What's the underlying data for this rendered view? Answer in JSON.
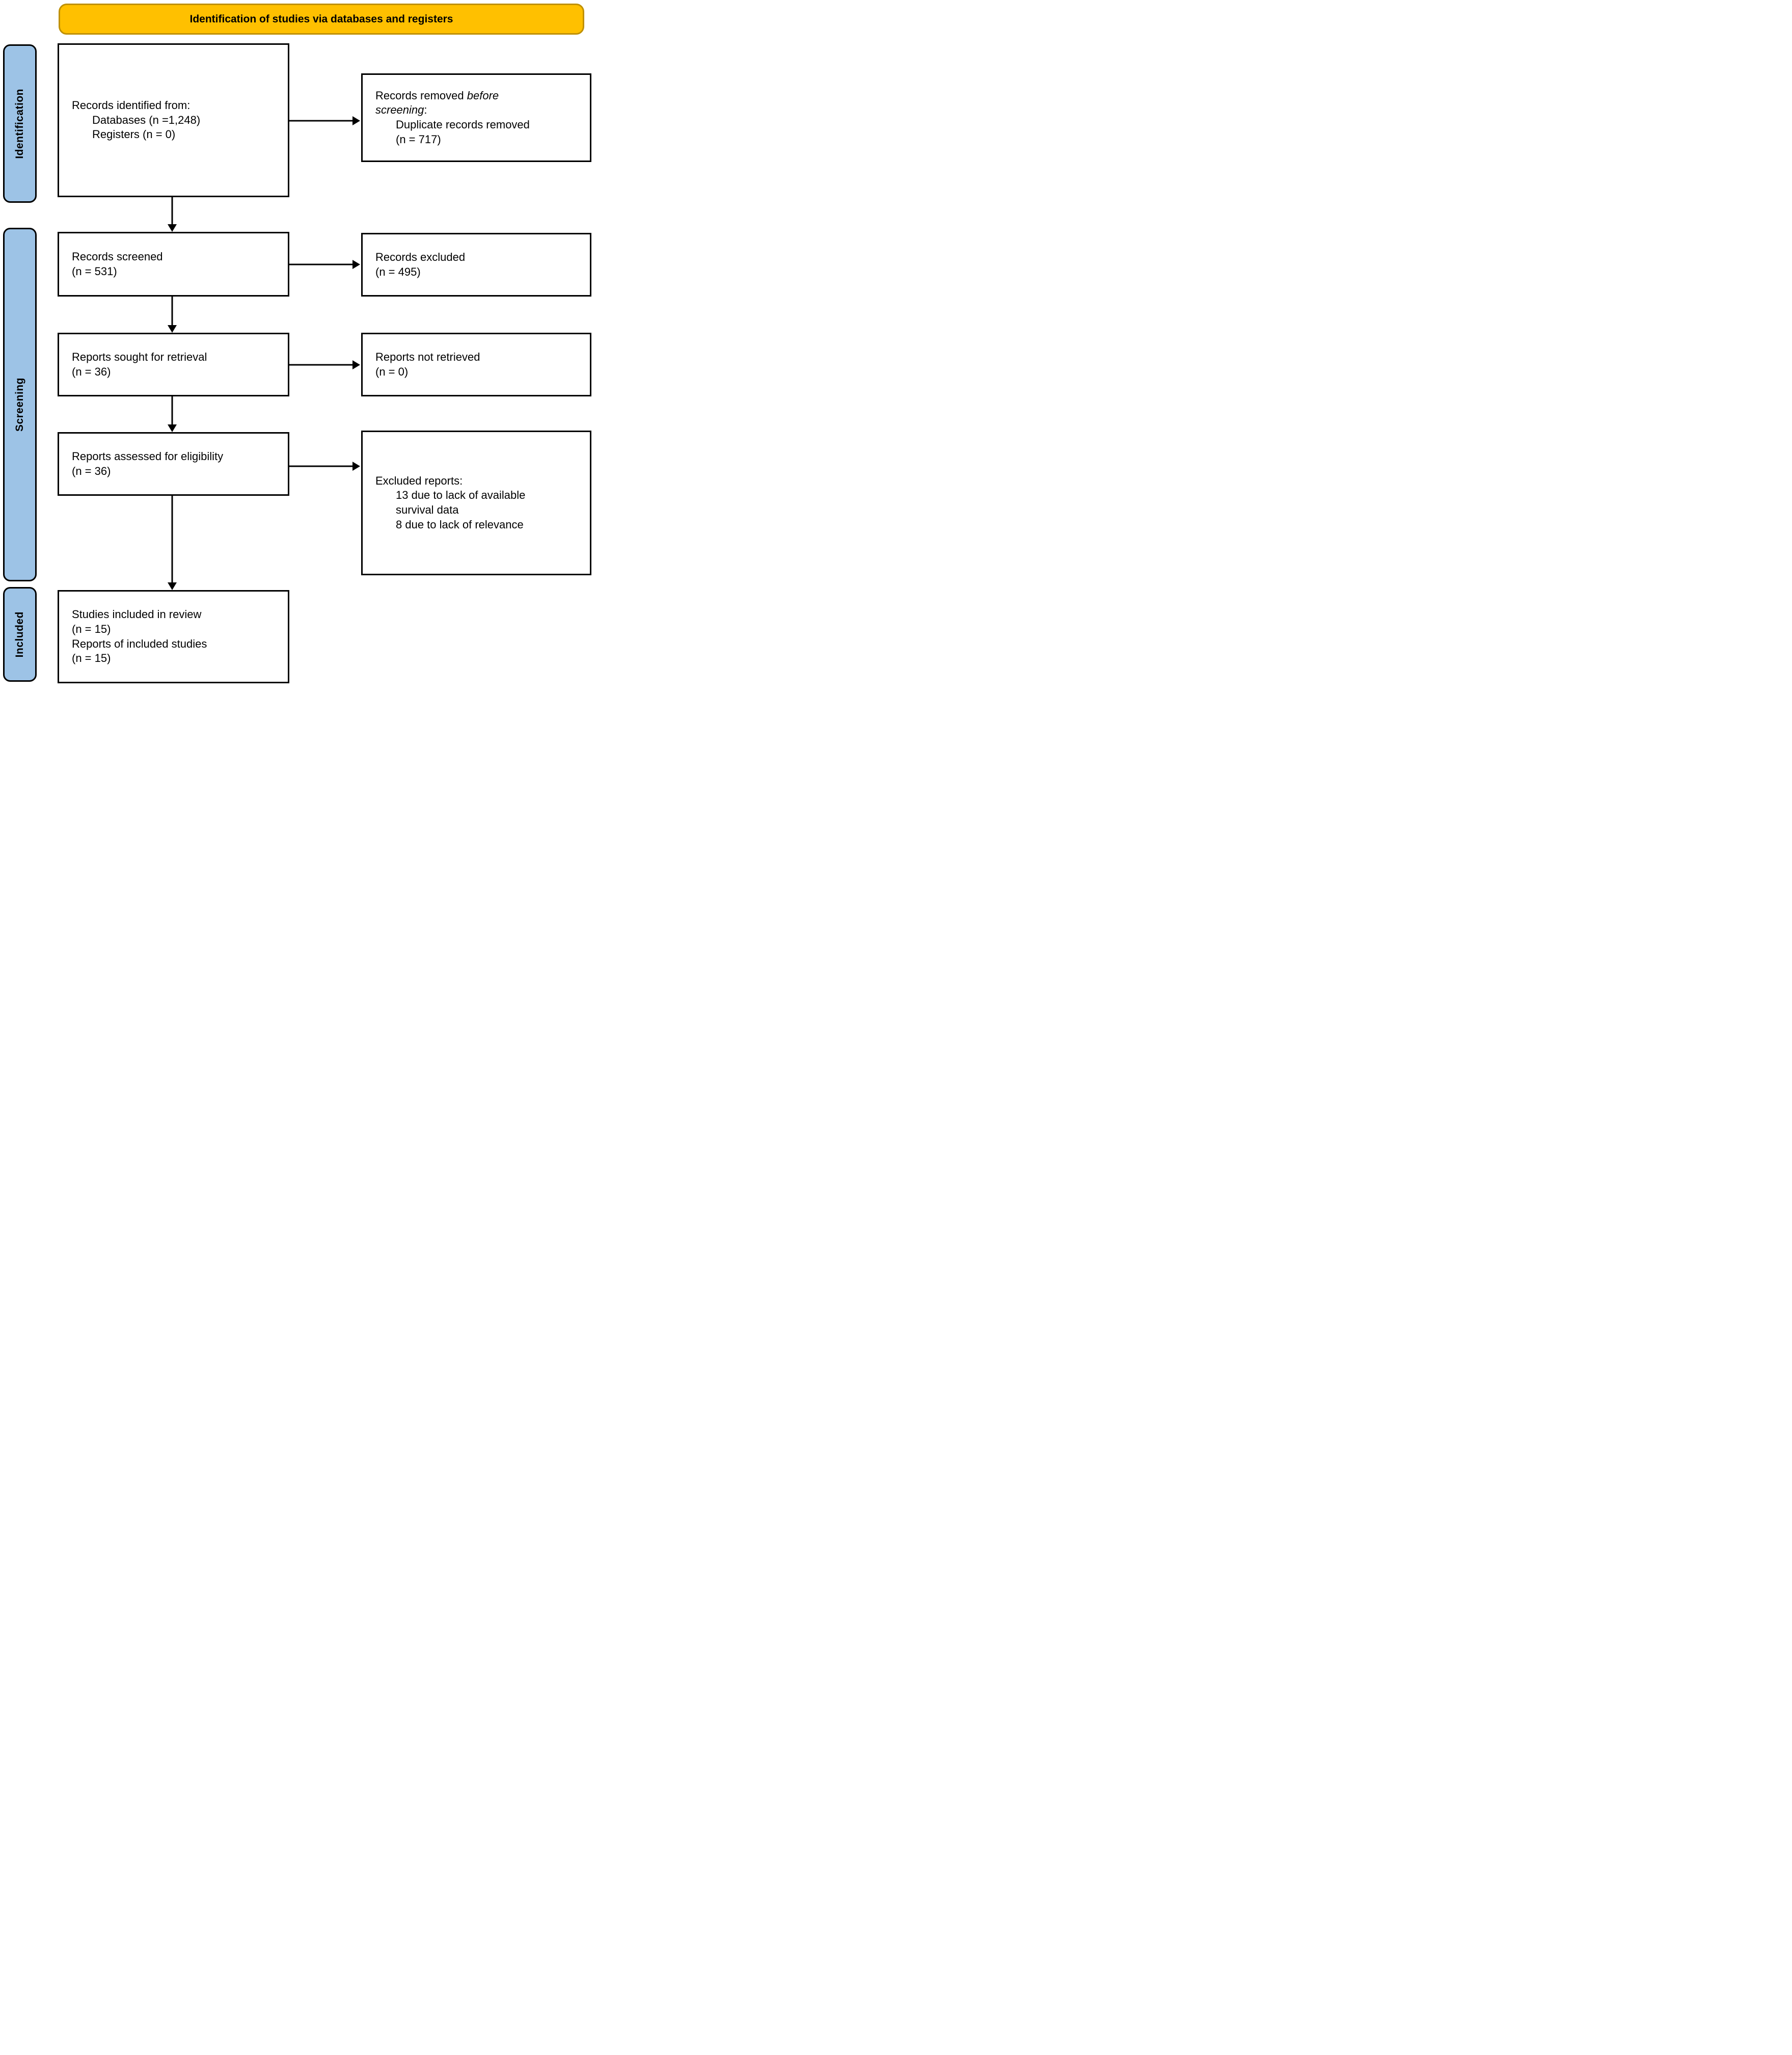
{
  "title": {
    "label": "Identification of studies via databases and registers"
  },
  "colors": {
    "banner_fill": "#FFC000",
    "banner_border": "#BF9000",
    "stage_fill": "#9DC3E6",
    "box_border": "#000000",
    "text_color": "#000000"
  },
  "stages": [
    {
      "label": "Identification"
    },
    {
      "label": "Screening"
    },
    {
      "label": "Included"
    }
  ],
  "boxes": {
    "records_identified": {
      "lines": [
        {
          "t": "Records identified from:"
        },
        {
          "t": "Databases (n =1,248)",
          "indent": true
        },
        {
          "t": "Registers (n = 0)",
          "indent": true
        }
      ]
    },
    "records_removed": {
      "lines": [
        {
          "seg": [
            {
              "t": "Records removed "
            },
            {
              "t": "before",
              "i": true
            }
          ]
        },
        {
          "seg": [
            {
              "t": "screening",
              "i": true
            },
            {
              "t": ":"
            }
          ]
        },
        {
          "t": "Duplicate records removed",
          "indent": true
        },
        {
          "t": "(n = 717)",
          "indent": true
        }
      ]
    },
    "records_screened": {
      "lines": [
        {
          "t": "Records screened"
        },
        {
          "t": "(n = 531)"
        }
      ]
    },
    "records_excluded": {
      "lines": [
        {
          "t": "Records excluded"
        },
        {
          "t": "(n = 495)"
        }
      ]
    },
    "reports_sought": {
      "lines": [
        {
          "t": "Reports sought for retrieval"
        },
        {
          "t": "(n = 36)"
        }
      ]
    },
    "reports_not_retrieved": {
      "lines": [
        {
          "t": "Reports not retrieved"
        },
        {
          "t": "(n = 0)"
        }
      ]
    },
    "reports_assessed": {
      "lines": [
        {
          "t": "Reports assessed for eligibility"
        },
        {
          "t": "(n = 36)"
        }
      ]
    },
    "excluded_reports": {
      "lines": [
        {
          "t": "Excluded reports:"
        },
        {
          "t": "13 due to lack of available",
          "indent": true
        },
        {
          "t": "survival data",
          "indent": true
        },
        {
          "t": "8 due to lack of relevance",
          "indent": true
        }
      ]
    },
    "studies_included": {
      "lines": [
        {
          "t": "Studies included in review"
        },
        {
          "t": "(n = 15)"
        },
        {
          "t": "Reports of included studies"
        },
        {
          "t": "(n = 15)"
        }
      ]
    }
  }
}
